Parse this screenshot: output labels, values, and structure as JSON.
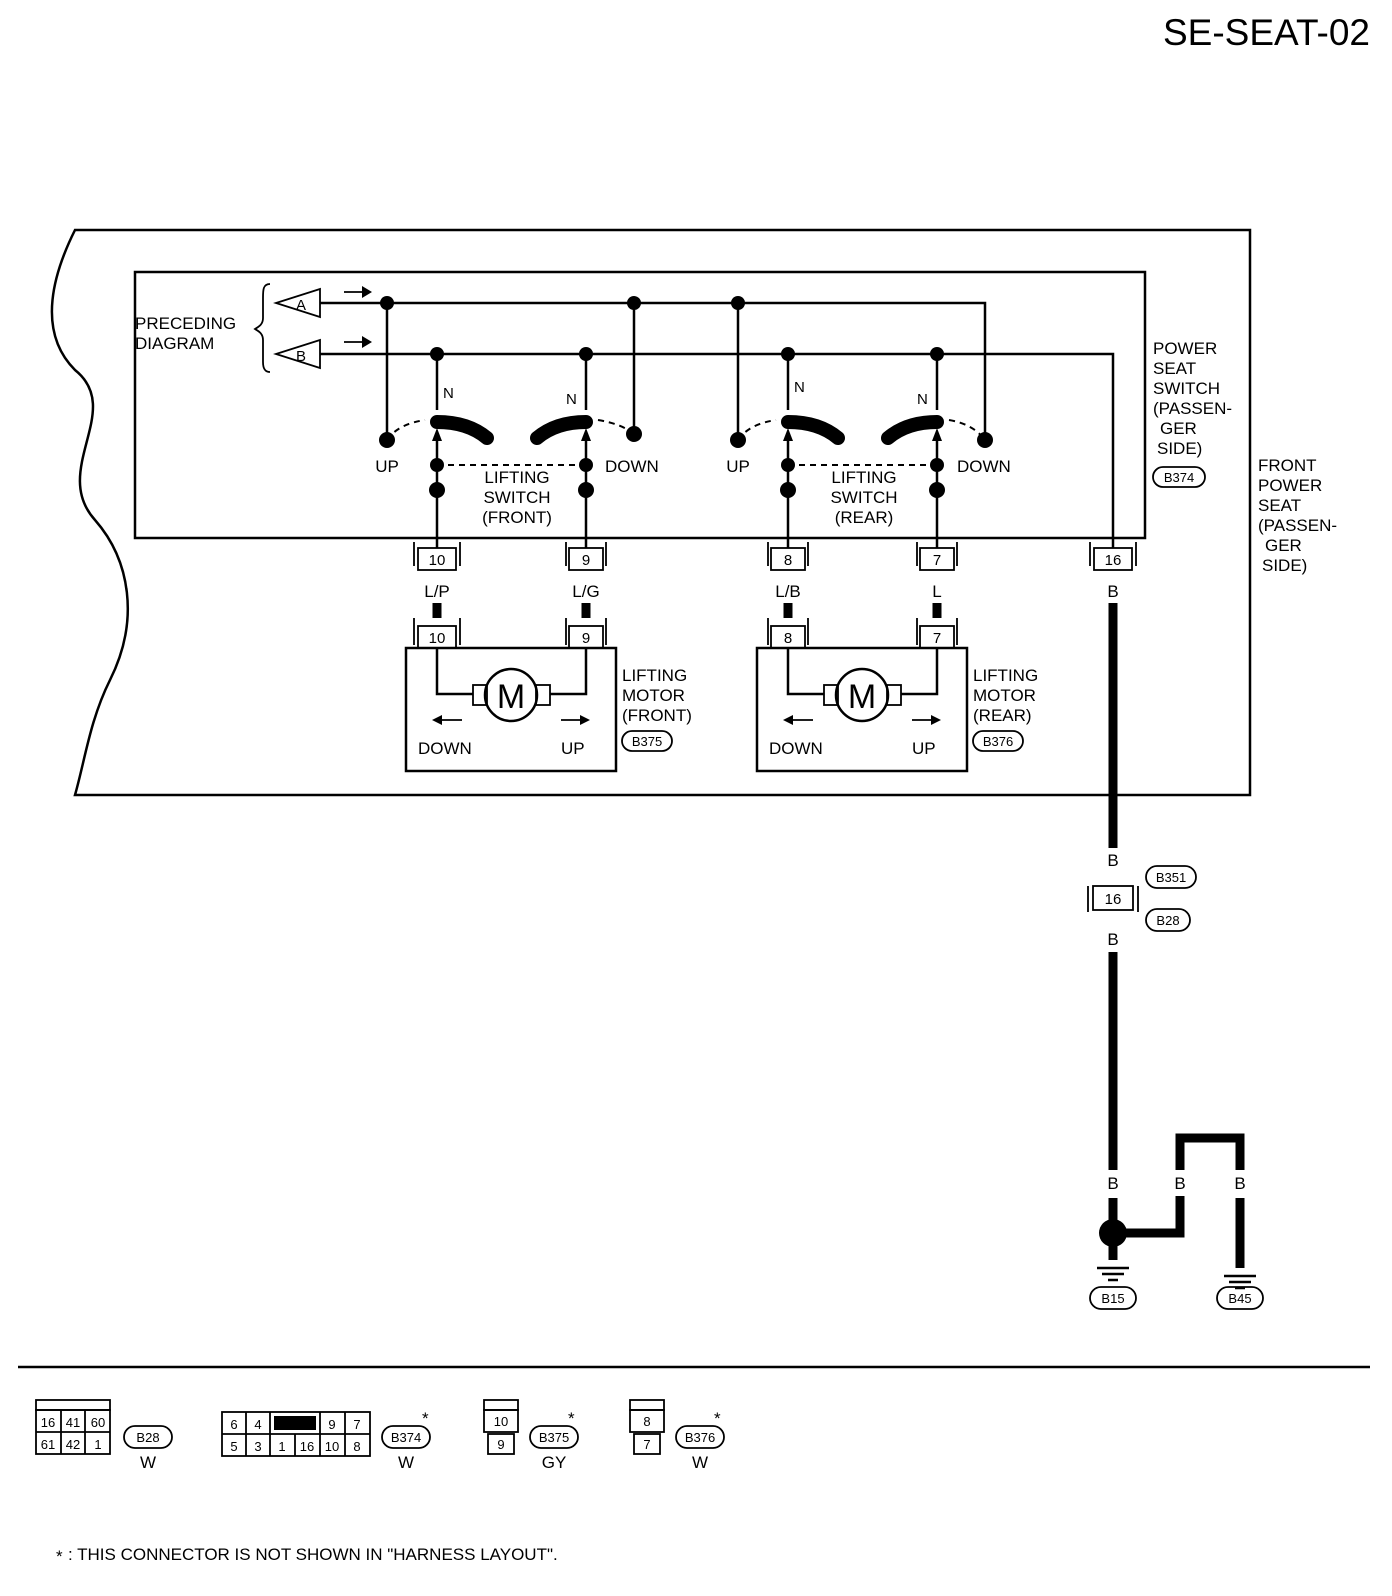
{
  "header": {
    "page_id": "SE-SEAT-02"
  },
  "preceding": {
    "line1": "PRECEDING",
    "line2": "DIAGRAM",
    "flag_a": "A",
    "flag_b": "B"
  },
  "power_seat_switch": {
    "lines": [
      "POWER",
      "SEAT",
      "SWITCH",
      "(PASSEN-",
      "GER",
      "SIDE)"
    ],
    "connector": "B374"
  },
  "front_power_seat": {
    "lines": [
      "FRONT",
      "POWER",
      "SEAT",
      "(PASSEN-",
      "GER",
      "SIDE)"
    ]
  },
  "switches": {
    "front": {
      "lines": [
        "LIFTING",
        "SWITCH",
        "(FRONT)"
      ],
      "up": "UP",
      "down": "DOWN",
      "neutral_left": "N",
      "neutral_right": "N"
    },
    "rear": {
      "lines": [
        "LIFTING",
        "SWITCH",
        "(REAR)"
      ],
      "up": "UP",
      "down": "DOWN",
      "neutral_left": "N",
      "neutral_right": "N"
    }
  },
  "switch_pins": {
    "p10": "10",
    "p9": "9",
    "p8": "8",
    "p7": "7",
    "p16": "16"
  },
  "wire_colors": {
    "w10": "L/P",
    "w9": "L/G",
    "w8": "L/B",
    "w7": "L",
    "w16": "B"
  },
  "motors": {
    "front": {
      "lines": [
        "LIFTING",
        "MOTOR",
        "(FRONT)"
      ],
      "connector": "B375",
      "pin_left": "10",
      "pin_right": "9",
      "symbol": "M",
      "down": "DOWN",
      "up": "UP"
    },
    "rear": {
      "lines": [
        "LIFTING",
        "MOTOR",
        "(REAR)"
      ],
      "connector": "B376",
      "pin_left": "8",
      "pin_right": "7",
      "symbol": "M",
      "down": "DOWN",
      "up": "UP"
    }
  },
  "ground_path": {
    "wire_above_joint": "B",
    "joint_connector_top": "B351",
    "joint_pin": "16",
    "joint_connector_bottom": "B28",
    "wire_below_joint": "B",
    "wire_left_ground": "B",
    "wire_middle": "B",
    "wire_right_ground": "B",
    "ground_left": "B15",
    "ground_right": "B45"
  },
  "connector_views": {
    "b28": {
      "id": "B28",
      "color": "W",
      "top": [
        "16",
        "41",
        "60"
      ],
      "bottom": [
        "61",
        "42",
        "1"
      ]
    },
    "b374": {
      "id": "B374",
      "color": "W",
      "star": "*",
      "top": [
        "6",
        "4",
        "9",
        "7"
      ],
      "bottom": [
        "5",
        "3",
        "1",
        "16",
        "10",
        "8"
      ]
    },
    "b375": {
      "id": "B375",
      "color": "GY",
      "star": "*",
      "top": "10",
      "bottom": "9"
    },
    "b376": {
      "id": "B376",
      "color": "W",
      "star": "*",
      "top": "8",
      "bottom": "7"
    }
  },
  "footnote": {
    "star": "*",
    "text": ": THIS CONNECTOR IS NOT SHOWN IN \"HARNESS LAYOUT\"."
  }
}
